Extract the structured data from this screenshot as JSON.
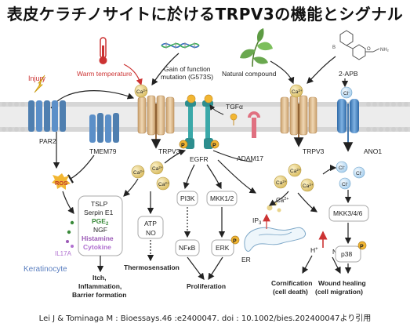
{
  "title": "表皮ケラチノサイトに於けるTRPV3の機能とシグナル",
  "citation": "Lei J & Tominaga M : Bioessays.46 :e2400047. doi : 10.1002/bies.202400047より引用",
  "labels": {
    "injury": "Injury",
    "warm": "Warm temperature",
    "gof1": "Gain of function",
    "gof2": "mutation (G573S)",
    "natural": "Natural compound",
    "apb": "2-APB",
    "tgfa": "TGFα",
    "par2": "PAR2",
    "tmem79": "TMEM79",
    "trpv3_left": "TRPV3",
    "egfr": "EGFR",
    "adam17": "ADAM17",
    "trpv3_right": "TRPV3",
    "ano1": "ANO1",
    "ros": "ROS",
    "tslp": "TSLP",
    "serpin": "Serpin E1",
    "pge2": "PGE",
    "pge2_sub": "2",
    "ngf": "NGF",
    "histamine": "Histamine",
    "cytokine": "Cytokine",
    "il17a": "IL17A",
    "keratinocyte": "Keratinocyte",
    "itch1": "Itch,",
    "itch2": "Inflammation,",
    "itch3": "Barrier formation",
    "atp": "ATP",
    "no": "NO",
    "thermo": "Thermosensation",
    "pi3k": "PI3K",
    "mkk12": "MKK1/2",
    "nfkb": "NFκB",
    "erk": "ERK",
    "prolif": "Proliferation",
    "ip3": "IP",
    "ip3_sub": "3",
    "er": "ER",
    "hplus": "H",
    "no2": "NO",
    "mkk346": "MKK3/4/6",
    "p38": "p38",
    "corn1": "Cornification",
    "corn2": "(cell death)",
    "wound1": "Wound healing",
    "wound2": "(cell migration)",
    "ca": "Ca",
    "ca_sup": "2+",
    "cl": "Cl",
    "cl_sup": "-",
    "p": "P"
  },
  "colors": {
    "membrane_head": "#d9d9d9",
    "membrane_tail": "#e9e9e9",
    "trpv3": "#e8c9a0",
    "trpv3_dark": "#b88a55",
    "egfr": "#3aa8a8",
    "par2": "#4f7fb0",
    "tmem79": "#5b8fc8",
    "ano1": "#4d87c7",
    "adam17": "#e07080",
    "ion_ca": "#e9d48b",
    "ion_cl": "#cfe6f5",
    "phospho": "#f2b632",
    "red_label": "#cc3333",
    "pge2": "#3a8a3a",
    "histamine": "#9b59b6",
    "cytokine": "#b070d0",
    "keratinocyte": "#5b7fc0"
  },
  "icons": [
    "lightning-icon",
    "thermometer-icon",
    "dna-icon",
    "leaf-icon",
    "chemical-structure-icon"
  ]
}
